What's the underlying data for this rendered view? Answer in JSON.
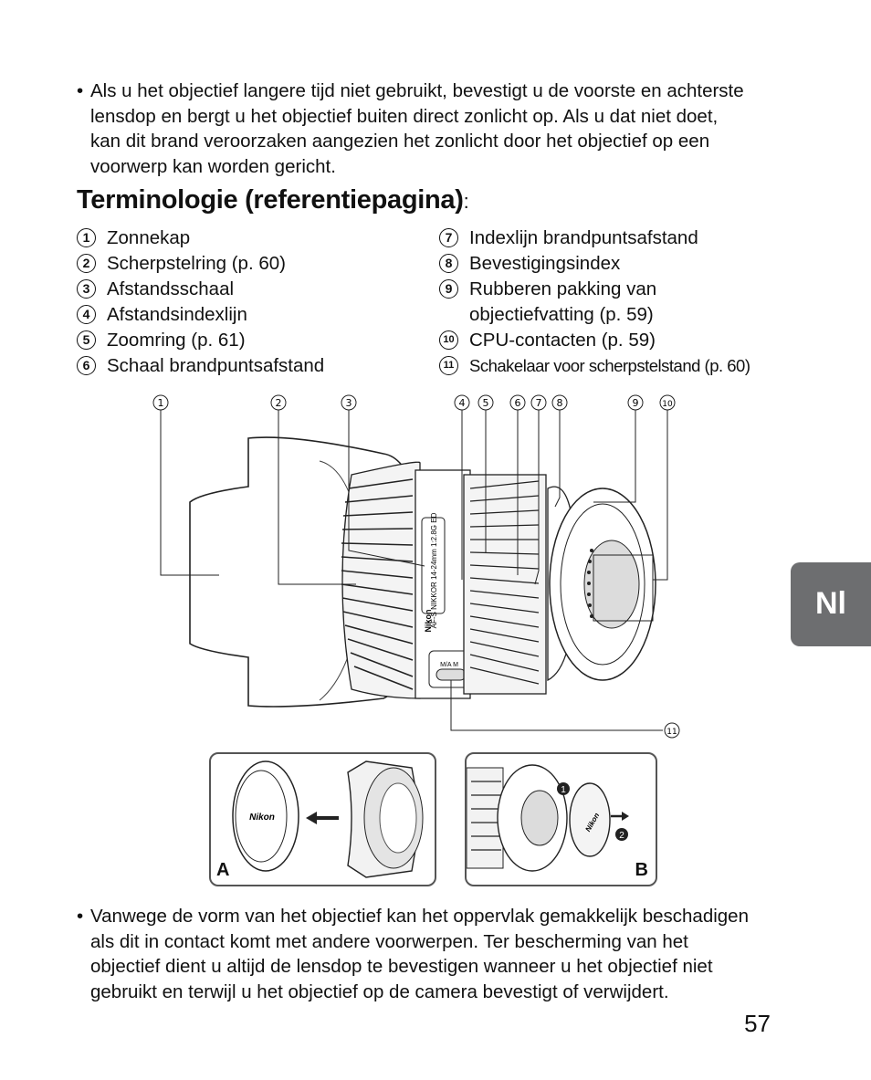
{
  "bullets_top": [
    {
      "marker": "•",
      "lines": [
        "Als u het objectief langere tijd niet gebruikt, bevestigt u de voorste en achterste",
        "lensdop en bergt u het objectief buiten direct zonlicht op. Als u dat niet doet,",
        "kan dit brand veroorzaken aangezien het zonlicht door het objectief op een",
        "voorwerp kan worden gericht."
      ]
    }
  ],
  "section": {
    "title": "Terminologie (referentiepagina)",
    "colon": ":"
  },
  "terms_left": [
    {
      "num": "1",
      "label": "Zonnekap"
    },
    {
      "num": "2",
      "label": "Scherpstelring (p. 60)"
    },
    {
      "num": "3",
      "label": "Afstandsschaal"
    },
    {
      "num": "4",
      "label": "Afstandsindexlijn"
    },
    {
      "num": "5",
      "label": "Zoomring (p. 61)"
    },
    {
      "num": "6",
      "label": "Schaal brandpuntsafstand"
    }
  ],
  "terms_right": [
    {
      "num": "7",
      "label": "Indexlijn brandpuntsafstand"
    },
    {
      "num": "8",
      "label": "Bevestigingsindex"
    },
    {
      "num": "9",
      "label": "Rubberen pakking van",
      "label2": "objectiefvatting (p. 59)"
    },
    {
      "num": "10",
      "label": "CPU-contacten (p. 59)"
    },
    {
      "num": "11",
      "label": "Schakelaar voor scherpstelstand (p. 60)"
    }
  ],
  "figure": {
    "callouts": [
      "①",
      "②",
      "③",
      "④",
      "⑤",
      "⑥",
      "⑦",
      "⑧",
      "⑨",
      "⑩",
      "⑪"
    ],
    "lens_brand": "Nikon",
    "lens_text": "AF-S NIKKOR 14-24mm 1:2.8G ED",
    "switch_text": "M/A  M",
    "inset_a_label": "A",
    "inset_b_label": "B",
    "cap_brand": "Nikon",
    "rear_cap_brand": "Nikon",
    "step_1": "1",
    "step_2": "2"
  },
  "bullets_bottom": [
    {
      "marker": "•",
      "lines": [
        "Vanwege de vorm van het objectief kan het oppervlak gemakkelijk beschadigen",
        "als dit in contact komt met andere voorwerpen. Ter bescherming van het",
        "objectief dient u altijd de lensdop te bevestigen wanneer u het objectief niet",
        "gebruikt en terwijl u het objectief op de camera bevestigt of verwijdert."
      ]
    }
  ],
  "side_tab": "Nl",
  "page_number": "57"
}
